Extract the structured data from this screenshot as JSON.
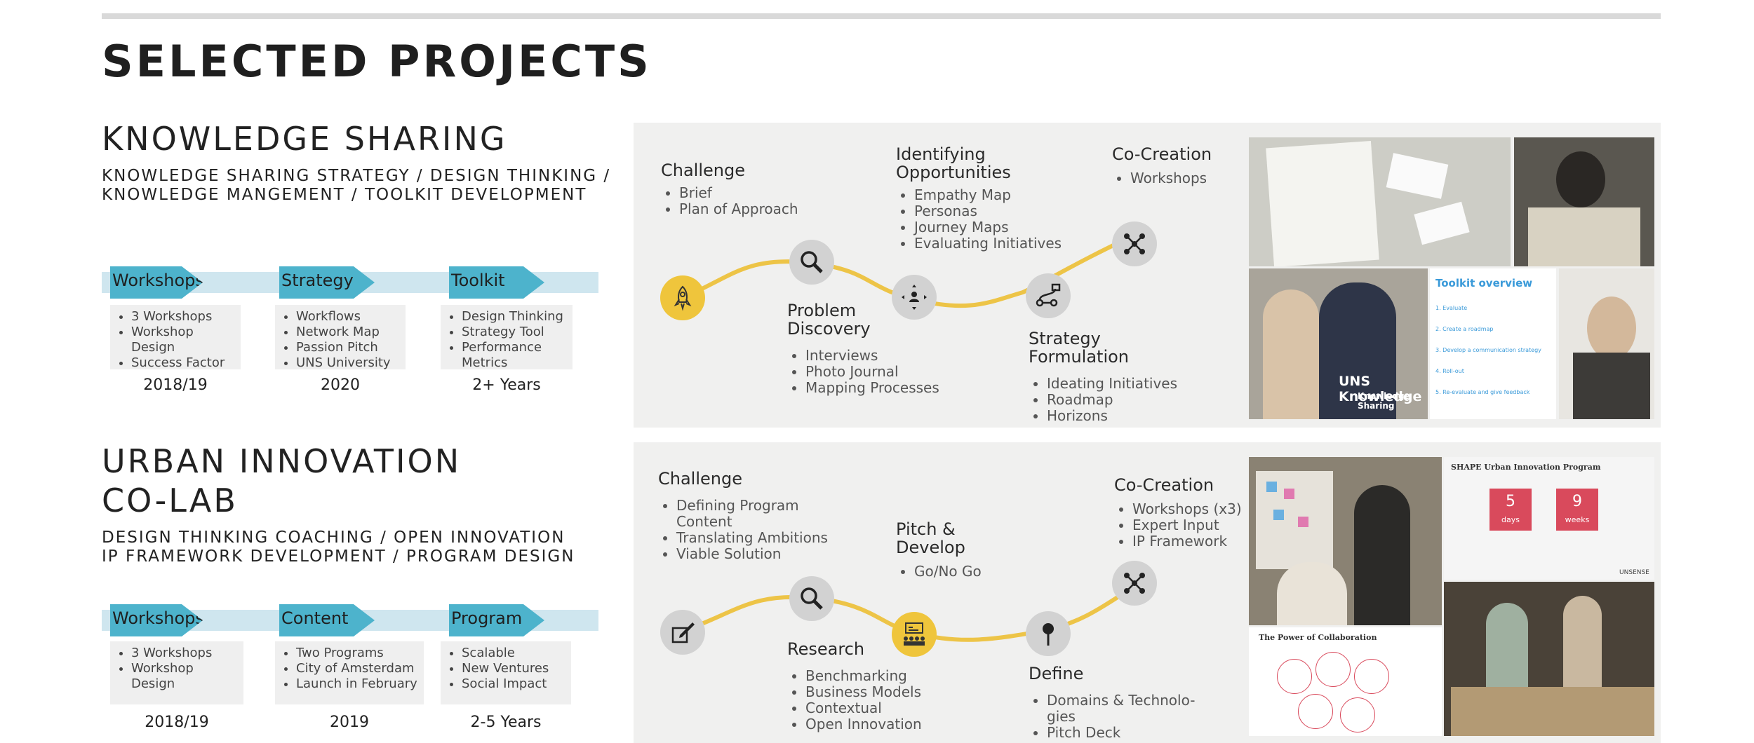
{
  "page": {
    "title": "SELECTED PROJECTS"
  },
  "colors": {
    "accent_blue": "#4db3cc",
    "band_blue": "#cfe6ef",
    "accent_yellow": "#edc447",
    "panel_bg": "#f0f0ef"
  },
  "projects": [
    {
      "title": "KNOWLEDGE SHARING",
      "subtitle": "KNOWLEDGE SHARING STRATEGY / DESIGN THINKING /\nKNOWLEDGE MANGEMENT / TOOLKIT DEVELOPMENT",
      "phases": [
        {
          "label": "Workshops",
          "items": [
            "3 Workshops",
            "Workshop Design",
            "Success Factor"
          ],
          "year": "2018/19"
        },
        {
          "label": "Strategy",
          "items": [
            "Workflows",
            "Network Map",
            "Passion Pitch",
            "UNS University"
          ],
          "year": "2020"
        },
        {
          "label": "Toolkit",
          "items": [
            "Design Thinking",
            "Strategy Tool",
            "Performance Metrics"
          ],
          "year": "2+ Years"
        }
      ],
      "process": [
        {
          "heading": "Challenge",
          "items": [
            "Brief",
            "Plan of Approach"
          ],
          "icon": "rocket-icon"
        },
        {
          "heading": "Problem\nDiscovery",
          "items": [
            "Interviews",
            "Photo Journal",
            "Mapping Processes"
          ],
          "icon": "magnifier-icon"
        },
        {
          "heading": "Identifying\nOpportunities",
          "items": [
            "Empathy Map",
            "Personas",
            "Journey Maps",
            "Evaluating Initiatives"
          ],
          "icon": "people-arrows-icon"
        },
        {
          "heading": "Strategy\nFormulation",
          "items": [
            "Ideating Initiatives",
            "Roadmap",
            "Horizons"
          ],
          "icon": "route-icon"
        },
        {
          "heading": "Co-Creation",
          "items": [
            "Workshops"
          ],
          "icon": "network-icon"
        }
      ],
      "photos": {
        "caption1": "UNS Knowledge",
        "caption2": "Knowledge Sharing",
        "toolkit_title": "Toolkit overview",
        "toolkit_steps": [
          "1. Evaluate",
          "2. Create a roadmap",
          "3. Develop a communication strategy",
          "4. Roll-out",
          "5. Re-evaluate and give feedback"
        ]
      }
    },
    {
      "title": "URBAN INNOVATION\nCO-LAB",
      "subtitle": "DESIGN THINKING COACHING / OPEN INNOVATION\nIP FRAMEWORK DEVELOPMENT / PROGRAM DESIGN",
      "phases": [
        {
          "label": "Workshops",
          "items": [
            "3 Workshops",
            "Workshop Design"
          ],
          "year": "2018/19"
        },
        {
          "label": "Content",
          "items": [
            "Two Programs",
            "City of Amsterdam",
            "Launch in February"
          ],
          "year": "2019"
        },
        {
          "label": "Program",
          "items": [
            "Scalable",
            "New Ventures",
            "Social Impact"
          ],
          "year": "2-5 Years"
        }
      ],
      "process": [
        {
          "heading": "Challenge",
          "items": [
            "Defining Program Content",
            "Translating Ambitions",
            "Viable Solution"
          ],
          "icon": "pencil-box-icon"
        },
        {
          "heading": "Research",
          "items": [
            "Benchmarking",
            "Business Models",
            "Contextual",
            "Open Innovation"
          ],
          "icon": "magnifier-icon"
        },
        {
          "heading": "Pitch &\nDevelop",
          "items": [
            "Go/No Go"
          ],
          "icon": "presentation-icon"
        },
        {
          "heading": "Define",
          "items": [
            "Domains & Technolo-gies",
            "Pitch Deck"
          ],
          "icon": "pin-icon"
        },
        {
          "heading": "Co-Creation",
          "items": [
            "Workshops (x3)",
            "Expert Input",
            "IP Framework"
          ],
          "icon": "network-icon"
        }
      ],
      "photos": {
        "program_title": "SHAPE Urban Innovation Program",
        "days_value": "5",
        "days_label": "days",
        "weeks_value": "9",
        "weeks_label": "weeks",
        "collab_title": "The Power of Collaboration",
        "brand": "UNSENSE"
      }
    }
  ]
}
